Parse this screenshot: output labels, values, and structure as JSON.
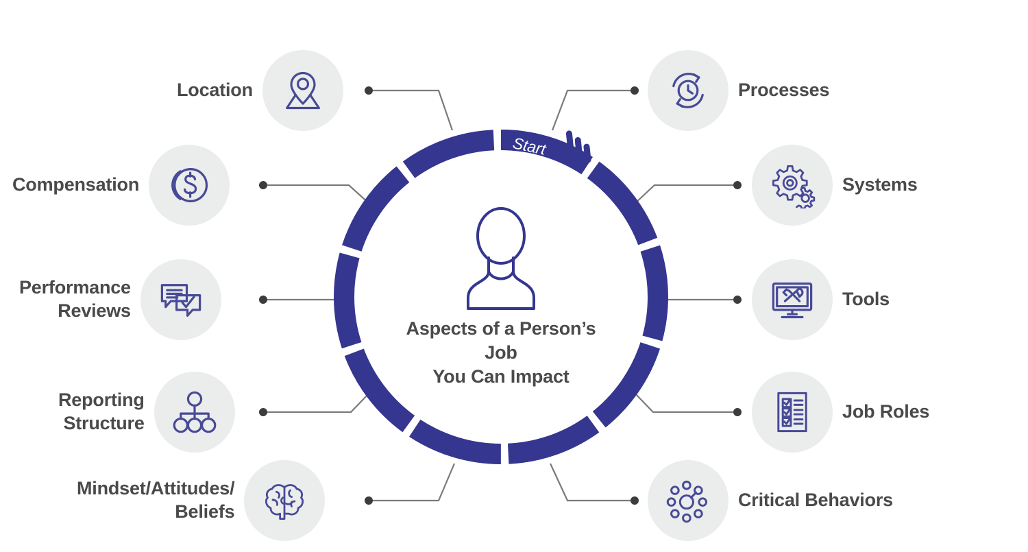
{
  "diagram": {
    "center": {
      "title": "Aspects of a Person’s Job\nYou Can Impact",
      "icon": "person-icon"
    },
    "ring": {
      "start_label": "Start",
      "segment_count": 10,
      "color": "#35368f",
      "arrow_icon": "chevron-right-icon"
    },
    "colors": {
      "ring_blue": "#35368f",
      "icon_line": "#474a96",
      "bubble_bg": "#ebecec",
      "label_text": "#4a4a4a",
      "connector": "#7a7a7a",
      "page_bg": "#ffffff"
    },
    "spokes_left": [
      {
        "label": "Location",
        "icon": "map-pin-icon"
      },
      {
        "label": "Compensation",
        "icon": "dollar-coin-icon"
      },
      {
        "label": "Performance\nReviews",
        "icon": "review-chat-icon"
      },
      {
        "label": "Reporting\nStructure",
        "icon": "org-chart-icon"
      },
      {
        "label": "Mindset/Attitudes/\nBeliefs",
        "icon": "brain-icon"
      }
    ],
    "spokes_right": [
      {
        "label": "Processes",
        "icon": "clock-cycle-icon"
      },
      {
        "label": "Systems",
        "icon": "gears-icon"
      },
      {
        "label": "Tools",
        "icon": "monitor-tools-icon"
      },
      {
        "label": "Job Roles",
        "icon": "checklist-icon"
      },
      {
        "label": "Critical Behaviors",
        "icon": "network-nodes-icon"
      }
    ]
  }
}
